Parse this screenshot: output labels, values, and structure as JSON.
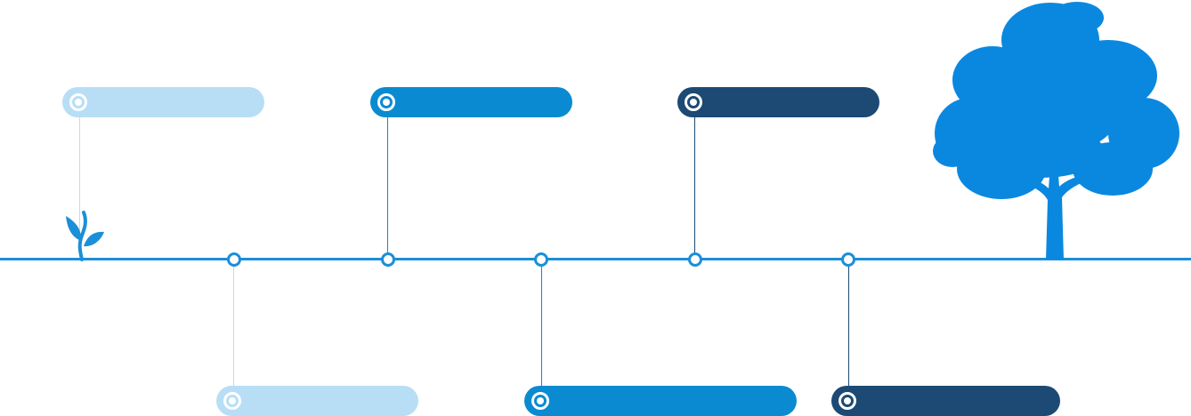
{
  "colors": {
    "light": "#b8def6",
    "medium": "#0a8bd1",
    "dark": "#1c4a74",
    "axis": "#1b8fd8",
    "tree": "#0a88e0",
    "sprout": "#1b8fd8"
  },
  "illustrations": {
    "start": "sprout-icon",
    "end": "tree-icon"
  },
  "milestones": [
    {
      "id": "m1",
      "side": "top",
      "shade": "light",
      "label": ""
    },
    {
      "id": "m2",
      "side": "bottom",
      "shade": "light",
      "label": ""
    },
    {
      "id": "m3",
      "side": "top",
      "shade": "medium",
      "label": ""
    },
    {
      "id": "m4",
      "side": "bottom",
      "shade": "medium",
      "label": ""
    },
    {
      "id": "m5",
      "side": "top",
      "shade": "dark",
      "label": ""
    },
    {
      "id": "m6",
      "side": "bottom",
      "shade": "dark",
      "label": ""
    }
  ]
}
